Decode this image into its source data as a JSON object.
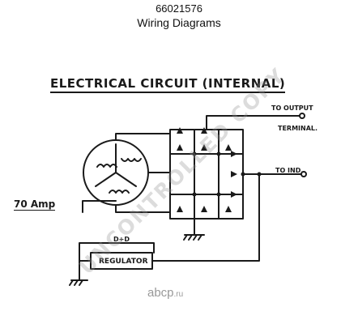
{
  "header": {
    "part_number": "66021576",
    "subtitle": "Wiring Diagrams"
  },
  "diagram": {
    "title": "ELECTRICAL CIRCUIT (INTERNAL)",
    "output_label_line1": "TO OUTPUT",
    "output_label_line2": "TERMINAL.",
    "ind_label": "TO IND.",
    "amp_label": "70 Amp",
    "regulator_label": "REGULATOR",
    "regulator_top_label": "D+D"
  },
  "watermark": "UNCONTROLLED COPY",
  "brand": {
    "name": "abcp",
    "suffix": ".ru"
  }
}
